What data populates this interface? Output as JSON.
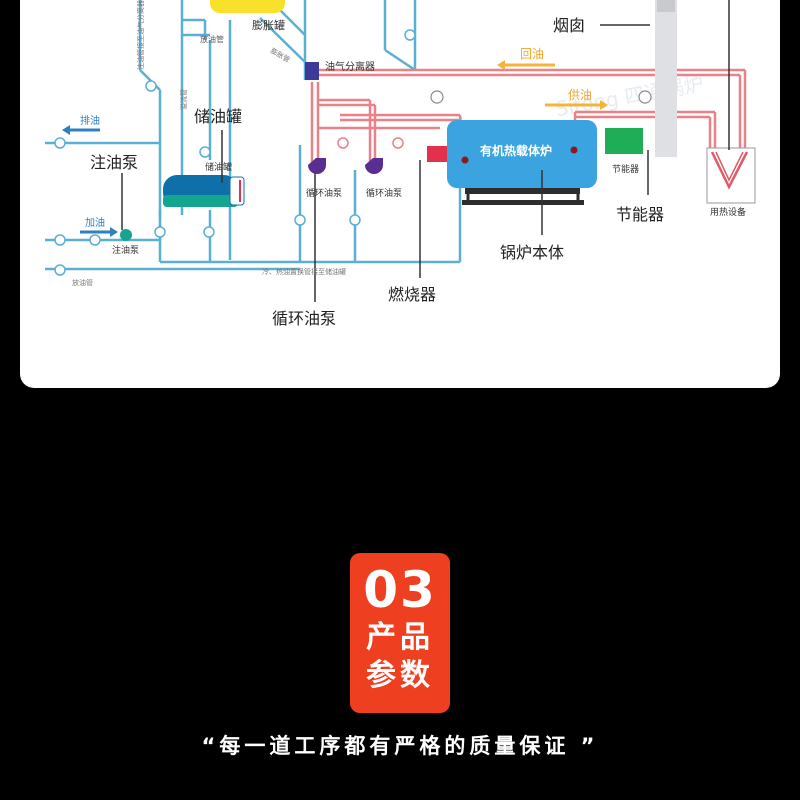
{
  "diagram": {
    "labels": {
      "expansion_tank": "膨胀罐",
      "drain_pipe_top": "放油管",
      "chimney": "烟囱",
      "oil_gas_separator": "油气分离器",
      "return_oil": "回油",
      "supply_oil": "供油",
      "discharge_oil": "排油",
      "oil_injection_pump_main": "注油泵",
      "storage_tank_main": "储油罐",
      "storage_tank_small": "储油罐",
      "boiler": "有机热载体炉",
      "energy_saver_small": "节能器",
      "energy_saver_main": "节能器",
      "heat_equipment": "用热设备",
      "circ_pump_a": "循环油泵",
      "circ_pump_b": "循环油泵",
      "circ_pump_main": "循环油泵",
      "burner": "燃烧器",
      "boiler_body": "锅炉本体",
      "add_oil": "加油",
      "oil_injection_pump_small": "注油泵",
      "cold_oil_note": "冷、热油置换管接至储油罐",
      "drain_pipe_bottom": "放油管",
      "vertical_pipe_note": "注油管接至油气分离器",
      "overflow_pipe": "溢流管",
      "vent_pipe": "膨胀管"
    },
    "watermark": "Sitong 四通锅炉"
  },
  "section": {
    "number": "03",
    "title_line1": "产品",
    "title_line2": "参数"
  },
  "slogan": "“每一道工序都有严格的质量保证 ”",
  "colors": {
    "background": "#000000",
    "panel": "#ffffff",
    "accent": "#ef3f21",
    "boiler_blue": "#3aa3e0",
    "pipe_blue": "#5ab0d2",
    "pipe_red": "#ea8088",
    "arrow_orange": "#f5b437",
    "arrow_blue": "#2f7fc1",
    "saver_green": "#1fae57",
    "pump_purple": "#5a2d91"
  }
}
